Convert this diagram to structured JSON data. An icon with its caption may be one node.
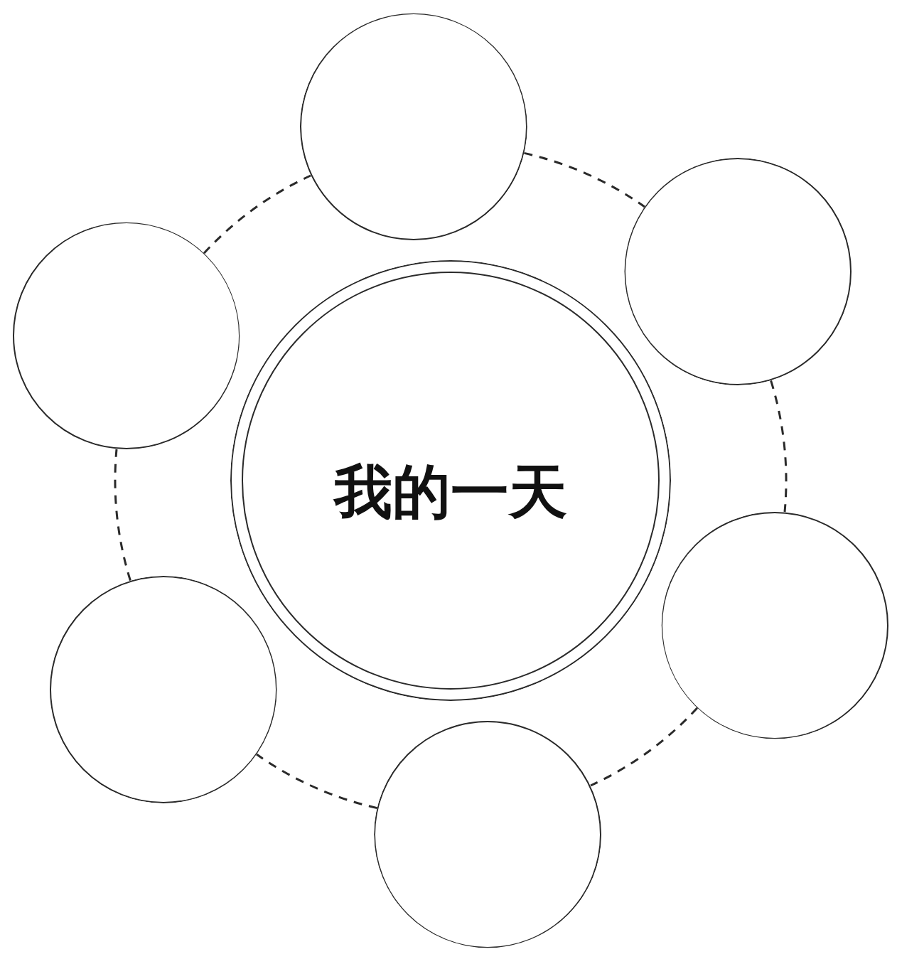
{
  "diagram": {
    "nodes": [
      {
        "text": [
          "我的一天"
        ]
      },
      {
        "text": [],
        "shape": "circle"
      },
      {
        "text": [],
        "shape": "circle"
      },
      {
        "text": [],
        "shape": "circle"
      },
      {
        "text": [],
        "shape": "circle"
      },
      {
        "text": [],
        "shape": "circle"
      },
      {
        "text": [],
        "shape": "circle"
      }
    ],
    "edges": [
      {
        "from": 1,
        "to": 2,
        "arrow": "none",
        "style": "dashed"
      },
      {
        "from": 2,
        "to": 4,
        "arrow": "none",
        "style": "dashed"
      },
      {
        "from": 4,
        "to": 6,
        "arrow": "none",
        "style": "dashed"
      },
      {
        "from": 6,
        "to": 5,
        "arrow": "none",
        "style": "dashed"
      },
      {
        "from": 5,
        "to": 3,
        "arrow": "none",
        "style": "dashed"
      },
      {
        "from": 3,
        "to": 1,
        "arrow": "none",
        "style": "dashed"
      }
    ]
  }
}
